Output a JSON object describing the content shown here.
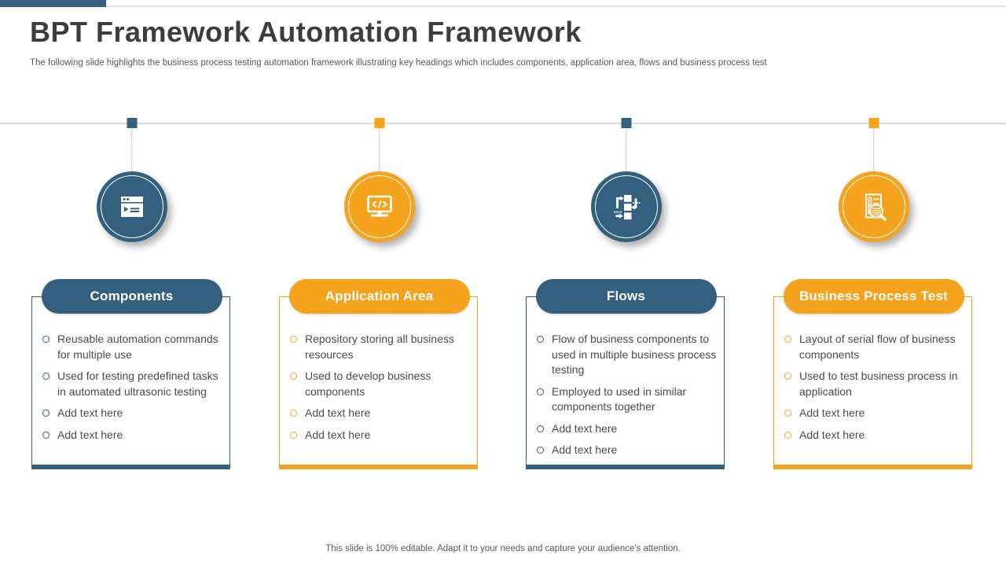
{
  "slide": {
    "title": "BPT Framework Automation Framework",
    "subtitle": "The following slide highlights the business process testing automation framework illustrating key headings which includes components, application area, flows and business process test",
    "footer": "This slide is 100% editable. Adapt it to your needs and capture your audience's attention."
  },
  "colors": {
    "blue_accent": "#33607E",
    "orange_accent": "#F5A21C",
    "divider_gray": "#DDDDDD",
    "connector_gray": "#C9C9C9",
    "title_text": "#3D3D3D",
    "body_text": "#4B4B4B",
    "muted_text": "#595959"
  },
  "columns": [
    {
      "title": "Components",
      "accent": "#33607E",
      "icon": "terminal-window-icon",
      "bullets": [
        "Reusable automation commands for multiple use",
        "Used for testing predefined tasks in automated ultrasonic testing",
        "Add text here",
        "Add text here"
      ]
    },
    {
      "title": "Application Area",
      "accent": "#F5A21C",
      "icon": "monitor-code-icon",
      "bullets": [
        "Repository storing all business resources",
        "Used to develop business components",
        "Add text here",
        "Add text here"
      ]
    },
    {
      "title": "Flows",
      "accent": "#33607E",
      "icon": "flowchart-icon",
      "bullets": [
        "Flow of business components to used in multiple business process testing",
        "Employed to used in similar components together",
        "Add text here",
        "Add text here"
      ]
    },
    {
      "title": "Business Process Test",
      "accent": "#F5A21C",
      "icon": "checklist-magnifier-icon",
      "bullets": [
        "Layout of serial flow of business components",
        "Used to test business process in application",
        "Add text here",
        "Add text here"
      ]
    }
  ]
}
